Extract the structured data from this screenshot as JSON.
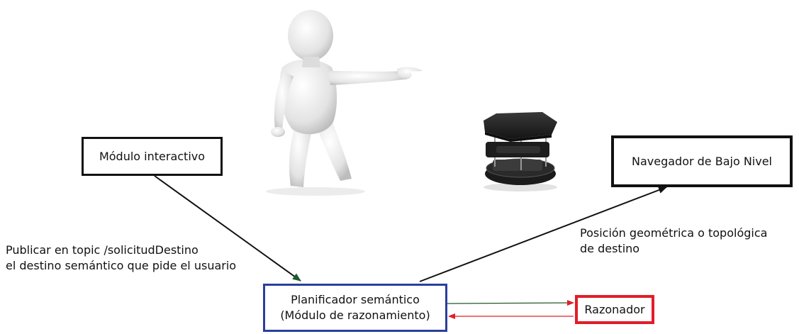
{
  "boxes": {
    "interactive": "Módulo interactivo",
    "navigator": "Navegador de Bajo Nivel",
    "planner_line1": "Planificador semántico",
    "planner_line2": "(Módulo de razonamiento)",
    "reasoner": "Razonador"
  },
  "labels": {
    "publish_line1": "Publicar en topic /solicitudDestino",
    "publish_line2": "el destino semántico que pide el usuario",
    "position_line1": "Posición geométrica o topológica",
    "position_line2": "de destino"
  },
  "colors": {
    "planner_border": "#2b3f99",
    "reasoner_border": "#e11d2a",
    "arrow_to_reasoner": "#1f5a2a",
    "arrow_from_reasoner": "#e11d2a",
    "arrow_head_planner": "#1f5a2a"
  },
  "images": {
    "person": "3d-person-pointing",
    "robot": "turtlebot-robot"
  }
}
